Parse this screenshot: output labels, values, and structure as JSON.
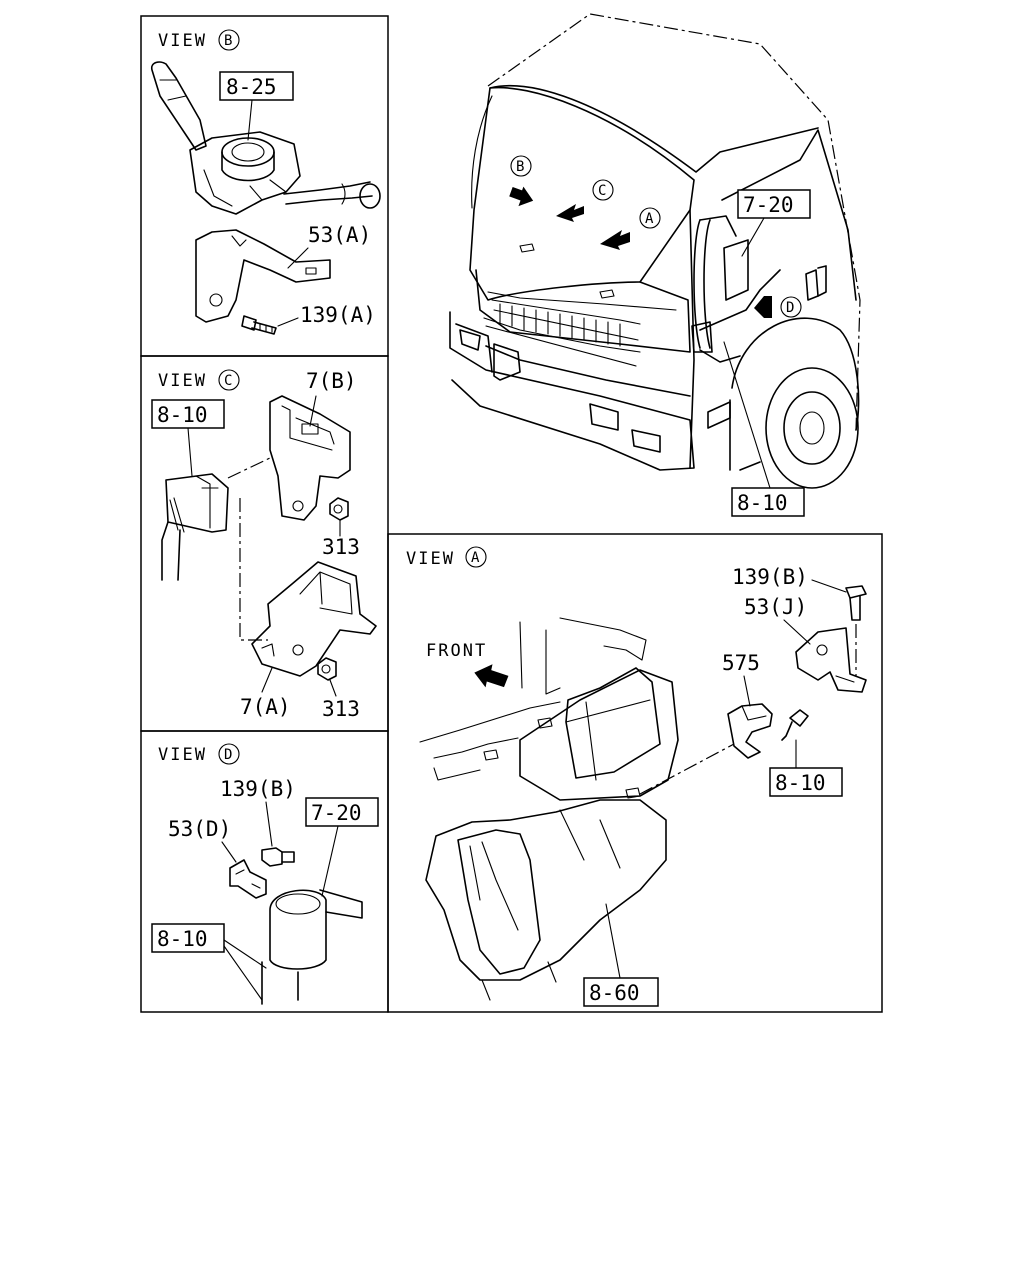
{
  "panels": {
    "view_b": {
      "title_word": "VIEW",
      "title_letter": "B",
      "labels": {
        "switch_ref": "8-25",
        "bracket": "53(A)",
        "bolt": "139(A)"
      }
    },
    "view_c": {
      "title_word": "VIEW",
      "title_letter": "C",
      "labels": {
        "connector_ref": "8-10",
        "bracket_b": "7(B)",
        "bracket_a": "7(A)",
        "nut_upper": "313",
        "nut_lower": "313"
      }
    },
    "view_d": {
      "title_word": "VIEW",
      "title_letter": "D",
      "labels": {
        "bolt": "139(B)",
        "bracket": "53(D)",
        "pipe_ref": "7-20",
        "harness_ref": "8-10"
      }
    },
    "truck": {
      "labels": {
        "mirror_ref": "7-20",
        "harness_ref": "8-10"
      },
      "view_markers": [
        "B",
        "C",
        "A",
        "D"
      ]
    },
    "view_a": {
      "title_word": "VIEW",
      "title_letter": "A",
      "labels": {
        "front": "FRONT",
        "bolt": "139(B)",
        "bracket": "53(J)",
        "clip": "575",
        "harness_ref": "8-10",
        "unit_ref": "8-60"
      }
    }
  }
}
